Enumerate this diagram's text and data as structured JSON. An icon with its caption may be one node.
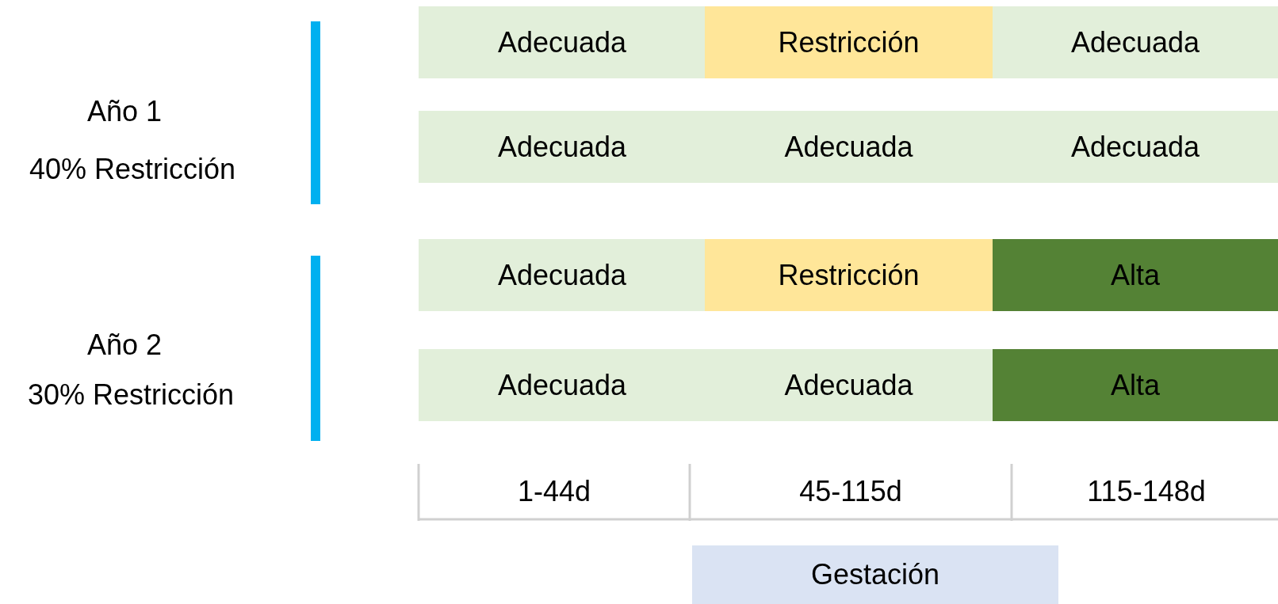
{
  "diagram": {
    "nodes": [
      {
        "text": [
          "Adecuada"
        ]
      },
      {
        "text": [
          "Restricción"
        ]
      },
      {
        "text": [
          "Adecuada"
        ]
      },
      {
        "text": [
          "Adecuada"
        ]
      },
      {
        "text": [
          "Adecuada"
        ]
      },
      {
        "text": [
          "Adecuada"
        ]
      },
      {
        "text": [
          "Adecuada"
        ]
      },
      {
        "text": [
          "Restricción"
        ]
      },
      {
        "text": [
          "Alta"
        ]
      },
      {
        "text": [
          "Adecuada"
        ]
      },
      {
        "text": [
          "Adecuada"
        ]
      },
      {
        "text": [
          "Alta"
        ]
      },
      {
        "text": [
          "Gestación"
        ]
      }
    ],
    "labels": [
      "Año 1",
      "40% Restricción",
      "Año 2",
      "30% Restricción",
      "1-44d",
      "45-115d",
      "115-148d"
    ]
  }
}
